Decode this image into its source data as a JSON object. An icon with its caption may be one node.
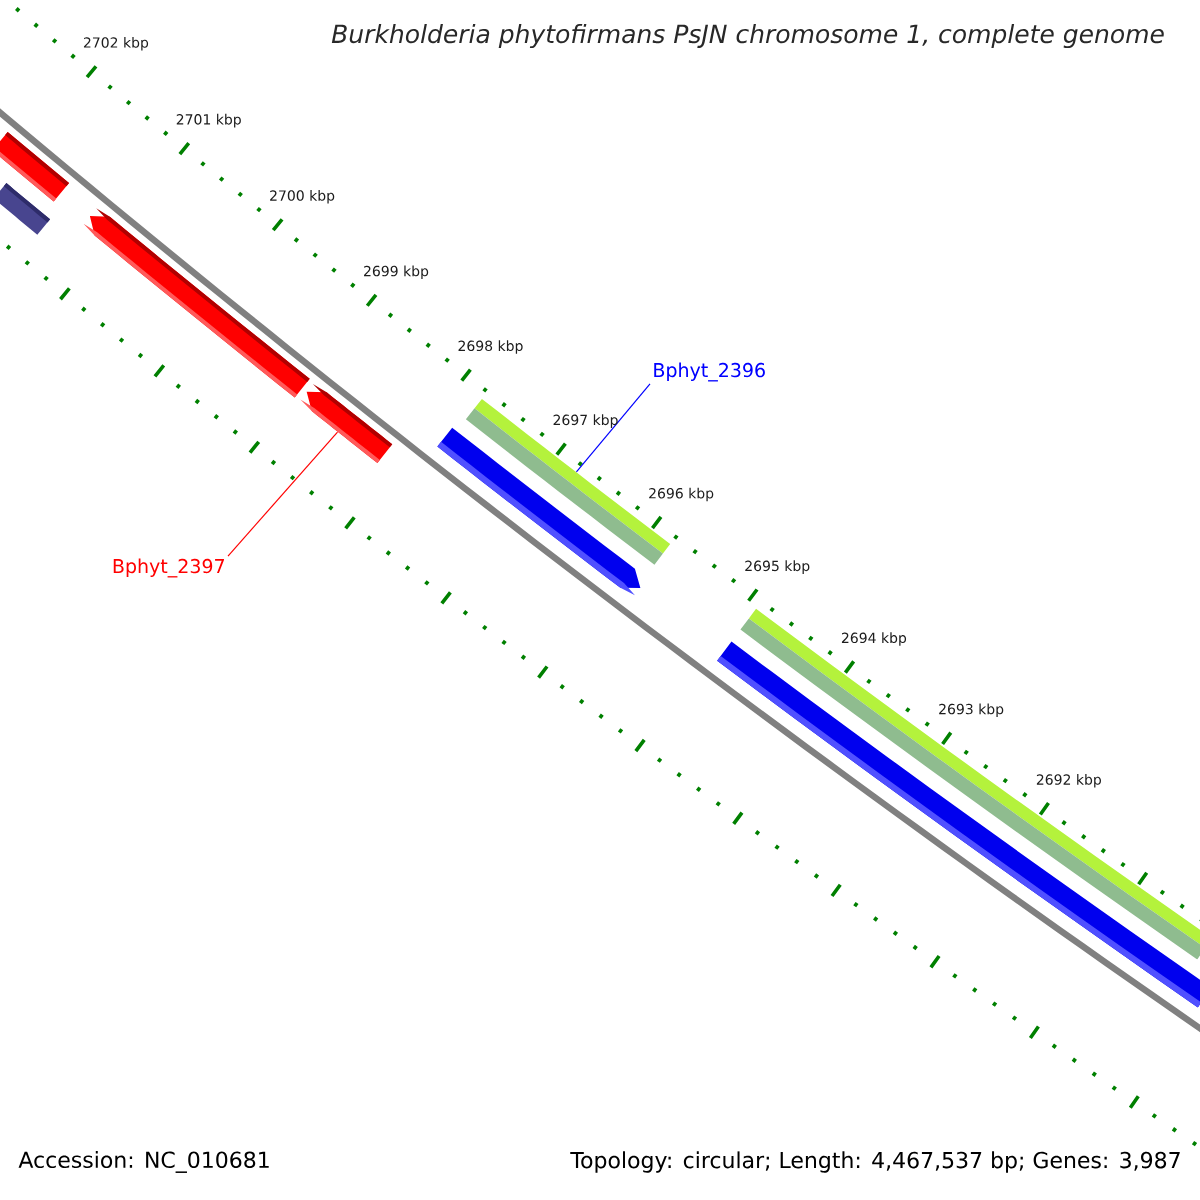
{
  "diagram": {
    "title": "Burkholderia phytofirmans PsJN chromosome 1, complete genome",
    "nodes": [
      {
        "text": [
          "Bphyt_2396"
        ]
      },
      {
        "text": [
          "Bphyt_2397"
        ]
      },
      {
        "text": [],
        "shape": "bar"
      },
      {
        "text": [],
        "shape": "bar"
      },
      {
        "text": [],
        "shape": "bar"
      },
      {
        "text": [],
        "shape": "bar"
      },
      {
        "text": [],
        "shape": "bar"
      },
      {
        "text": [],
        "shape": "bar"
      },
      {
        "text": [],
        "shape": "bar"
      },
      {
        "text": [],
        "shape": "bar"
      }
    ],
    "edges": [
      {
        "from": 0,
        "to": 6,
        "arrow": "none",
        "color": "#0000ff"
      },
      {
        "from": 1,
        "to": 5,
        "arrow": "none",
        "color": "#ff0000"
      }
    ],
    "labels": [
      "2702 kbp",
      "2701 kbp",
      "2700 kbp",
      "2699 kbp",
      "2698 kbp",
      "2697 kbp",
      "2696 kbp",
      "2695 kbp",
      "2694 kbp",
      "2693 kbp",
      "2692 kbp",
      "Accession: NC_010681",
      "Topology: circular; Length: 4,467,537 bp; Genes: 3,987"
    ]
  }
}
